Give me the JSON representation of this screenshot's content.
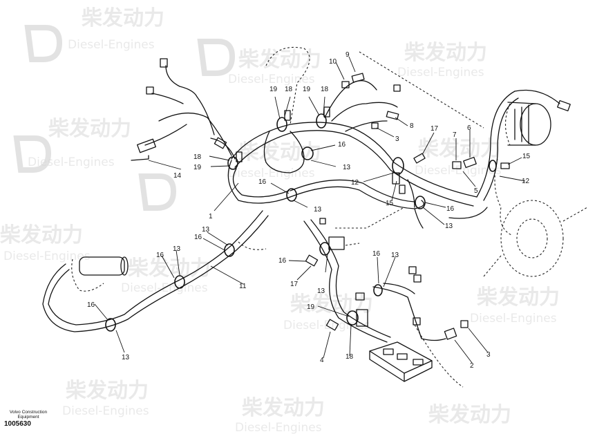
{
  "footer": {
    "brand_line1": "Volvo Construction",
    "brand_line2": "Equipment",
    "drawing_number": "1005630"
  },
  "watermark": {
    "chinese": "柴发动力",
    "english": "Diesel-Engines",
    "color": "#d8d8d8"
  },
  "callouts": {
    "c1": "1",
    "c2": "2",
    "c3a": "3",
    "c3b": "3",
    "c4": "4",
    "c5": "5",
    "c6": "6",
    "c7": "7",
    "c8": "8",
    "c9": "9",
    "c10": "10",
    "c11": "11",
    "c12a": "12",
    "c12b": "12",
    "c13a": "13",
    "c13b": "13",
    "c13c": "13",
    "c13d": "13",
    "c13e": "13",
    "c13f": "13",
    "c13g": "13",
    "c13h": "13",
    "c13i": "13",
    "c14": "14",
    "c15a": "15",
    "c15b": "15",
    "c16a": "16",
    "c16b": "16",
    "c16c": "16",
    "c16d": "16",
    "c16e": "16",
    "c16f": "16",
    "c16g": "16",
    "c16h": "16",
    "c16i": "16",
    "c17a": "17",
    "c17b": "17",
    "c18a": "18",
    "c18b": "18",
    "c18c": "18",
    "c18d": "18",
    "c19a": "19",
    "c19b": "19",
    "c19c": "19",
    "c19d": "19"
  }
}
